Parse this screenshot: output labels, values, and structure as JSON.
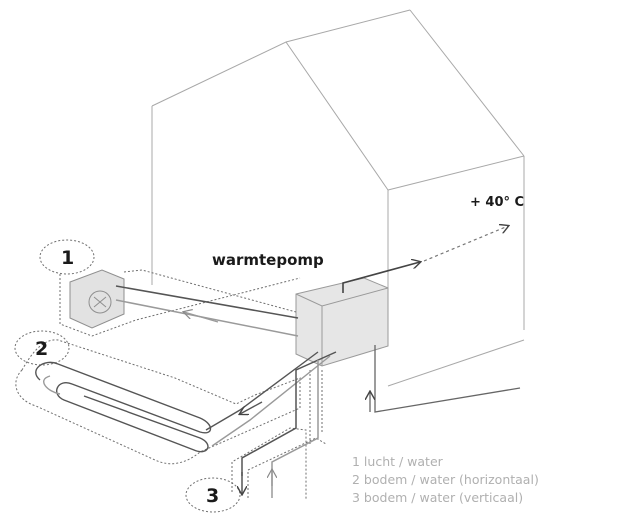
{
  "diagram": {
    "heat_pump_label": "warmtepomp",
    "output_temperature": "+ 40° C",
    "markers": [
      "1",
      "2",
      "3"
    ],
    "legend": [
      "1 lucht / water",
      "2 bodem / water (horizontaal)",
      "3 bodem / water (verticaal)"
    ]
  }
}
